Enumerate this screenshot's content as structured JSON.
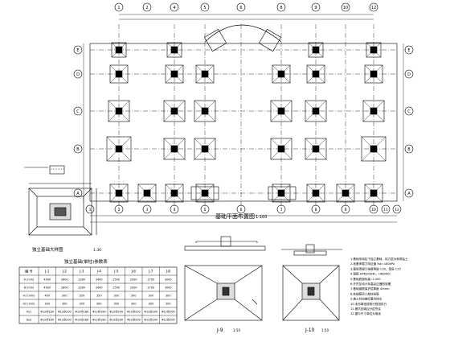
{
  "plan": {
    "top_axes": [
      "1",
      "2",
      "4",
      "5",
      "6",
      "8",
      "9",
      "10",
      "12"
    ],
    "bottom_axes": [
      "1",
      "2",
      "3",
      "4",
      "5",
      "6",
      "7",
      "8",
      "9",
      "10",
      "11",
      "12"
    ],
    "left_axes": [
      "E",
      "D",
      "C",
      "B",
      "A"
    ],
    "right_axes": [
      "E",
      "D",
      "C",
      "B",
      "A"
    ],
    "title": "基础平面布置图",
    "scale": "1:100"
  },
  "detail_a": {
    "title": "独立基础大样图",
    "scale": "1:30"
  },
  "table": {
    "title": "独立基础(单柱)参数表",
    "header": [
      "编 号",
      "J-1",
      "J-2",
      "J-3",
      "J-4",
      "J-5",
      "J-6",
      "J-7",
      "J-8"
    ],
    "rows": [
      [
        "A (mm)",
        "4000",
        "2800",
        "3300",
        "3400",
        "2500",
        "2900",
        "2700",
        "3000"
      ],
      [
        "B (mm)",
        "4000",
        "2800",
        "3300",
        "3400",
        "2500",
        "2900",
        "2700",
        "3000"
      ],
      [
        "H1 (mm)",
        "400",
        "300",
        "350",
        "350",
        "300",
        "300",
        "300",
        "300"
      ],
      [
        "H2 (mm)",
        "300",
        "300",
        "300",
        "300",
        "300",
        "300",
        "300",
        "300"
      ],
      [
        "As1",
        "Φ12@150",
        "Φ12@200",
        "Φ12@180",
        "Φ12@180",
        "Φ12@200",
        "Φ12@200",
        "Φ12@200",
        "Φ12@200"
      ],
      [
        "As2",
        "Φ12@150",
        "Φ12@200",
        "Φ12@180",
        "Φ12@180",
        "Φ12@200",
        "Φ12@200",
        "Φ12@200",
        "Φ12@200"
      ]
    ]
  },
  "section1": {
    "label": "J-9",
    "scale": "1:50"
  },
  "section2": {
    "label": "J-10",
    "scale": "1:50"
  },
  "notes": {
    "lines": [
      "1.基础采用柱下独立基础，持力层为粉质粘土",
      "2.地基承载力特征值 fak=180kPa",
      "3.基础混凝土强度等级 C30，垫层 C15",
      "4.钢筋 HPB300(Φ)，HRB400",
      "5.基础底面标高 -2.000",
      "6.开挖至设计标高后应通知验槽",
      "7.基础钢筋保护层厚度 40mm",
      "8.柱插筋同上部柱纵筋",
      "9.施工时应做好基坑排水",
      "10.未尽事宜按现行规范执行",
      "11.基坑回填应分层夯实",
      "12.图中尺寸单位为毫米"
    ]
  }
}
